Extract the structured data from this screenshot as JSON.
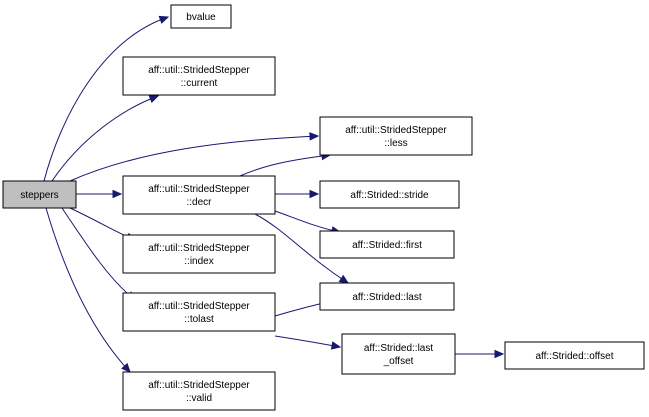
{
  "colors": {
    "edge": "#191970",
    "root_fill": "#bfbfbf",
    "node_fill": "#ffffff",
    "node_border": "#000000"
  },
  "nodes": {
    "steppers": [
      "steppers"
    ],
    "bvalue": [
      "bvalue"
    ],
    "current": [
      "aff::util::StridedStepper",
      "::current"
    ],
    "less": [
      "aff::util::StridedStepper",
      "::less"
    ],
    "decr": [
      "aff::util::StridedStepper",
      "::decr"
    ],
    "stride": [
      "aff::Strided::stride"
    ],
    "first": [
      "aff::Strided::first"
    ],
    "index": [
      "aff::util::StridedStepper",
      "::index"
    ],
    "last": [
      "aff::Strided::last"
    ],
    "tolast": [
      "aff::util::StridedStepper",
      "::tolast"
    ],
    "last_offset": [
      "aff::Strided::last",
      "_offset"
    ],
    "offset": [
      "aff::Strided::offset"
    ],
    "valid": [
      "aff::util::StridedStepper",
      "::valid"
    ]
  },
  "edges": [
    {
      "from": "steppers",
      "to": "bvalue"
    },
    {
      "from": "steppers",
      "to": "current"
    },
    {
      "from": "steppers",
      "to": "less"
    },
    {
      "from": "steppers",
      "to": "decr"
    },
    {
      "from": "steppers",
      "to": "index"
    },
    {
      "from": "steppers",
      "to": "tolast"
    },
    {
      "from": "steppers",
      "to": "valid"
    },
    {
      "from": "decr",
      "to": "less"
    },
    {
      "from": "decr",
      "to": "stride"
    },
    {
      "from": "decr",
      "to": "first"
    },
    {
      "from": "decr",
      "to": "last"
    },
    {
      "from": "tolast",
      "to": "last"
    },
    {
      "from": "tolast",
      "to": "last_offset"
    },
    {
      "from": "last_offset",
      "to": "offset"
    }
  ]
}
